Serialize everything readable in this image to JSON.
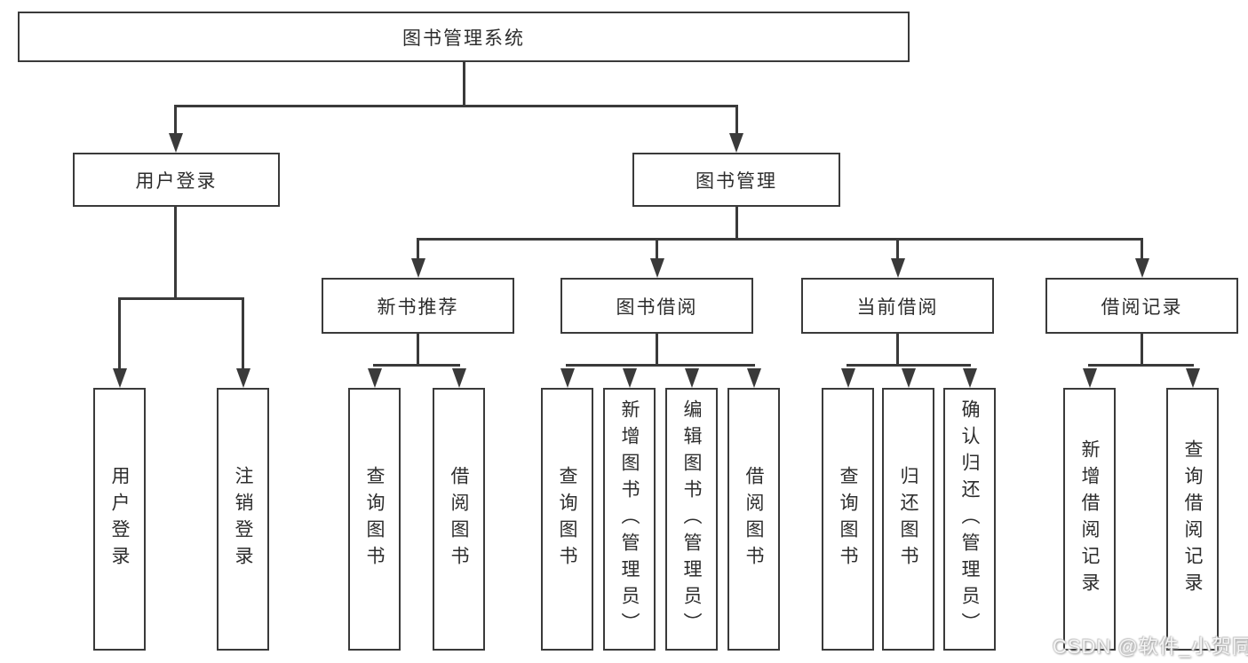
{
  "diagram": {
    "root": {
      "label": "图书管理系统"
    },
    "level2": [
      {
        "label": "用户登录"
      },
      {
        "label": "图书管理"
      }
    ],
    "level3": [
      {
        "label": "新书推荐"
      },
      {
        "label": "图书借阅"
      },
      {
        "label": "当前借阅"
      },
      {
        "label": "借阅记录"
      }
    ],
    "leaves": [
      {
        "label": "用户登录"
      },
      {
        "label": "注销登录"
      },
      {
        "label": "查询图书"
      },
      {
        "label": "借阅图书"
      },
      {
        "label": "查询图书"
      },
      {
        "label": "新增图书（管理员）"
      },
      {
        "label": "编辑图书（管理员）"
      },
      {
        "label": "借阅图书"
      },
      {
        "label": "查询图书"
      },
      {
        "label": "归还图书"
      },
      {
        "label": "确认归还（管理员）"
      },
      {
        "label": "新增借阅记录"
      },
      {
        "label": "查询借阅记录"
      }
    ]
  },
  "watermark": {
    "text": "CSDN @软件_小贺同学"
  },
  "colors": {
    "line": "#3a3a3a",
    "text": "#2d2d2d",
    "background": "#ffffff",
    "watermark_text": "#f5f5f5"
  }
}
